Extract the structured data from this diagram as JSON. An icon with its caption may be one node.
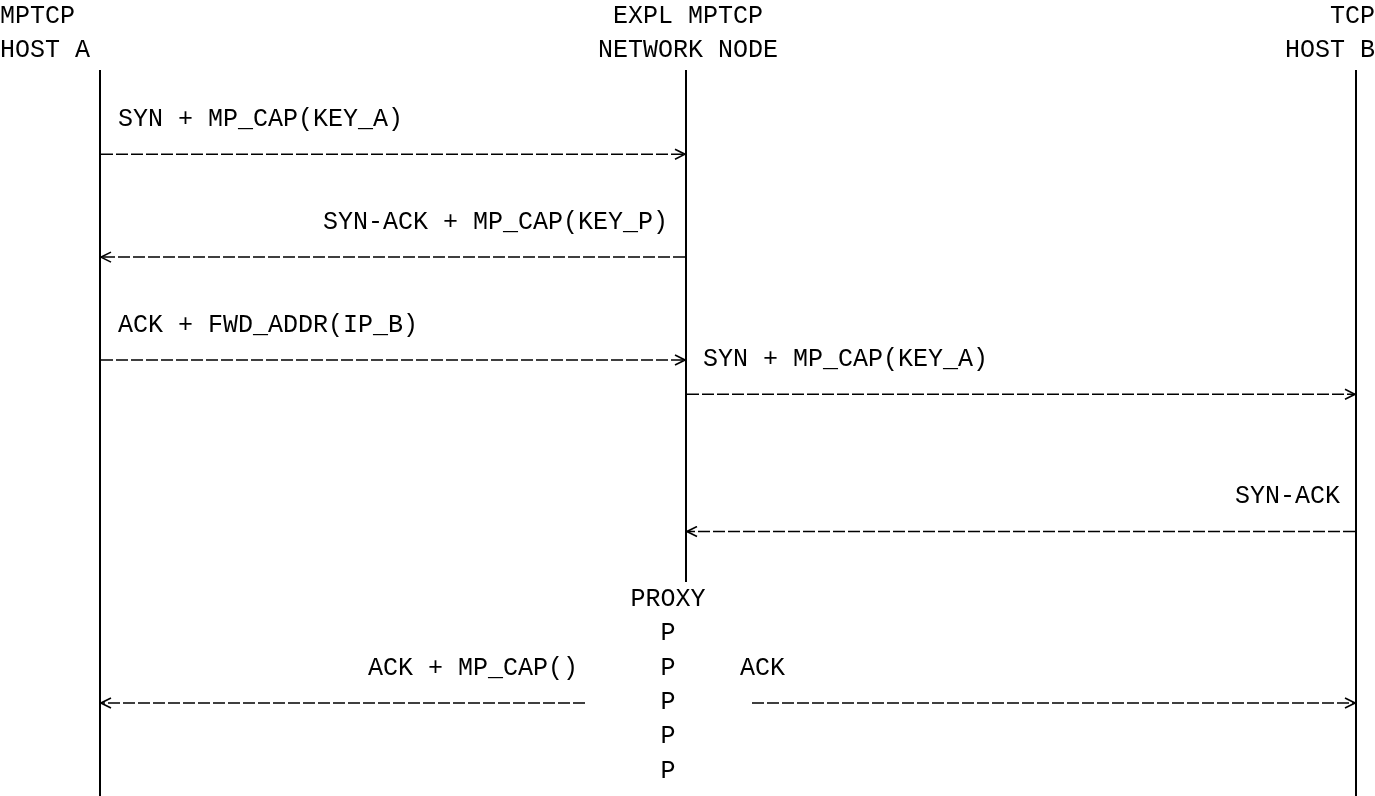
{
  "diagram": {
    "nodes": [
      {
        "text": [
          "MPTCP HOST A"
        ]
      },
      {
        "text": [
          "EXPL MPTCP NETWORK NODE"
        ]
      },
      {
        "text": [
          "TCP HOST B"
        ]
      },
      {
        "text": [],
        "shape": "line"
      },
      {
        "text": [],
        "shape": "line"
      },
      {
        "text": [],
        "shape": "line"
      }
    ],
    "edges": [
      {
        "from": 3,
        "to": 4,
        "arrow": "to",
        "label": "SYN + MP_CAP(KEY_A)"
      },
      {
        "from": 4,
        "to": 3,
        "arrow": "to",
        "label": "SYN-ACK + MP_CAP(KEY_P)"
      },
      {
        "from": 3,
        "to": 4,
        "arrow": "to",
        "label": "ACK + FWD_ADDR(IP_B)"
      },
      {
        "from": 4,
        "to": 5,
        "arrow": "to",
        "label": "SYN + MP_CAP(KEY_A)"
      },
      {
        "from": 5,
        "to": 4,
        "arrow": "to",
        "label": "SYN-ACK"
      },
      {
        "from": null,
        "to": 3,
        "arrow": "to",
        "label": "ACK + MP_CAP()"
      },
      {
        "from": null,
        "to": 5,
        "arrow": "to",
        "label": "ACK"
      }
    ],
    "labels": [
      "PROXY",
      "P",
      "P",
      "P",
      "P",
      "P"
    ]
  }
}
